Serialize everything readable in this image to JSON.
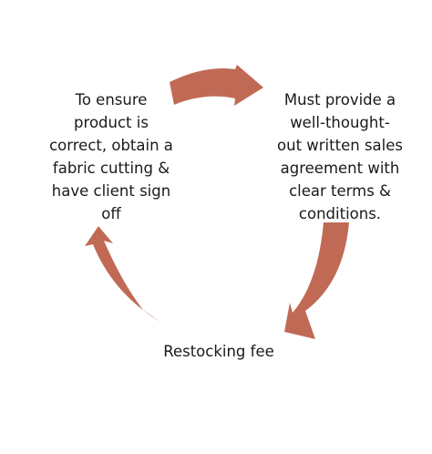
{
  "diagram": {
    "type": "cycle",
    "arrow_color": "#c06a55",
    "text_color": "#1a1a1a",
    "nodes": {
      "top_right": {
        "lines": [
          "Must provide a",
          "well-thought-",
          "out written sales",
          "agreement with",
          "clear terms &",
          "conditions."
        ]
      },
      "bottom": {
        "lines": [
          "Restocking fee"
        ]
      },
      "top_left": {
        "lines": [
          "To ensure",
          "product is",
          "correct, obtain a",
          "fabric cutting &",
          "have client sign",
          "off"
        ]
      }
    },
    "arrows": [
      {
        "from": "top_left",
        "to": "top_right"
      },
      {
        "from": "top_right",
        "to": "bottom"
      },
      {
        "from": "bottom",
        "to": "top_left"
      }
    ]
  }
}
